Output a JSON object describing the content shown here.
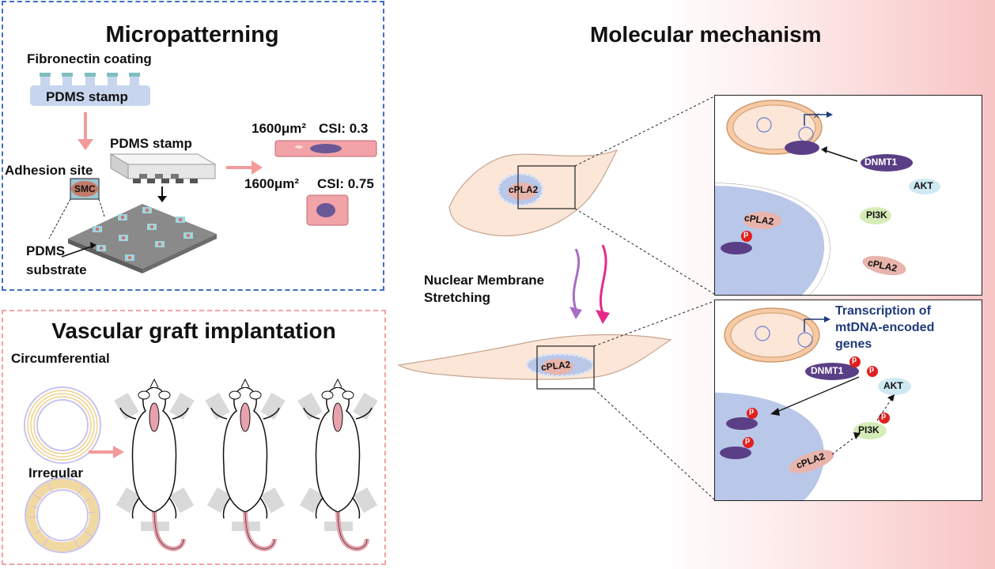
{
  "micropatterning": {
    "title": "Micropatterning",
    "fibronectin_coating": "Fibronectin coating",
    "pdms_stamp_top": "PDMS stamp",
    "pdms_stamp_mid": "PDMS stamp",
    "adhesion_site": "Adhesion site",
    "smc": "SMC",
    "pdms_substrate_line1": "PDMS",
    "pdms_substrate_line2": "substrate",
    "area1": "1600μm²",
    "csi1": "CSI: 0.3",
    "area2": "1600μm²",
    "csi2": "CSI: 0.75"
  },
  "graft": {
    "title": "Vascular graft implantation",
    "circumferential": "Circumferential",
    "irregular": "Irregular"
  },
  "mechanism": {
    "title": "Molecular mechanism",
    "nuclear_line1": "Nuclear Membrane",
    "nuclear_line2": "Stretching",
    "cell_top_label": "cPLA2",
    "cell_bottom_label": "cPLA2",
    "top_box": {
      "dnmt1": "DNMT1",
      "akt": "AKT",
      "pi3k": "PI3K",
      "cpla2_nucleus": "cPLA2",
      "cpla2_free": "cPLA2",
      "p": "p"
    },
    "bottom_box": {
      "transcription_line1": "Transcription of",
      "transcription_line2": "mtDNA-encoded",
      "transcription_line3": "genes",
      "dnmt1": "DNMT1",
      "akt": "AKT",
      "pi3k": "PI3K",
      "cpla2": "cPLA2",
      "p": "p"
    }
  },
  "colors": {
    "micro_border": "#3f6fc4",
    "graft_border": "#f1a3a3",
    "dnmt1": "#5a3f86",
    "akt": "#cfe9f3",
    "pi3k": "#d6ecb8",
    "cpla2": "#e8b4ac",
    "phospho": "#e21f1f",
    "transcription_text": "#1f3a7a"
  }
}
